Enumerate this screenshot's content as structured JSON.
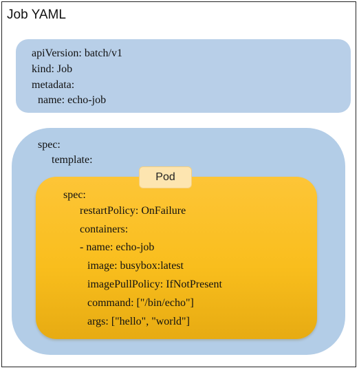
{
  "diagram": {
    "title": "Job YAML",
    "metadata_block": {
      "lines": [
        "apiVersion: batch/v1",
        "kind: Job",
        "metadata:",
        "name: echo-job"
      ]
    },
    "spec_block": {
      "lines": [
        "spec:",
        "template:"
      ]
    },
    "pod_block": {
      "label": "Pod",
      "lines": [
        "spec:",
        "restartPolicy: OnFailure",
        "containers:",
        "- name: echo-job",
        "image: busybox:latest",
        "imagePullPolicy: IfNotPresent",
        "command: [\"/bin/echo\"]",
        "args: [\"hello\", \"world\"]"
      ]
    },
    "colors": {
      "blue_box": "#b8cfe8",
      "pod_fill": "#f9be1d",
      "pod_tab": "#fde5b0",
      "border": "#222222"
    }
  }
}
